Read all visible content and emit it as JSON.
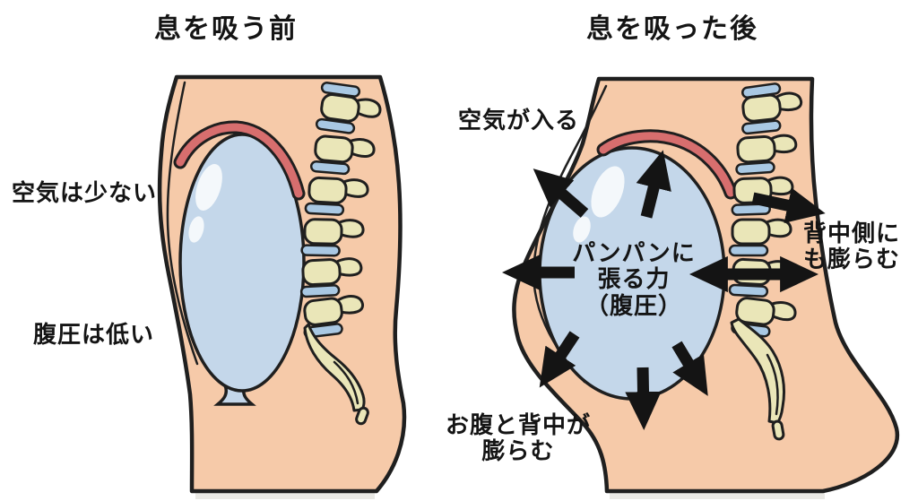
{
  "titles": {
    "before": "息を吸う前",
    "after": "息を吸った後"
  },
  "before_panel": {
    "air_label": "空気は少ない",
    "pressure_label": "腹圧は低い"
  },
  "after_panel": {
    "air_label": "空気が入る",
    "force_label": "パンパンに\n張る力\n（腹圧）",
    "back_label": "背中側に\nも膨らむ",
    "bottom_label": "お腹と背中が\n膨らむ"
  },
  "colors": {
    "bg": "#ffffff",
    "skin": "#f6caa9",
    "outline": "#1f1f1f",
    "balloon": "#c4d7ea",
    "diaphragm": "#d76e6e",
    "bone": "#eae6b8",
    "disc": "#a9c8e3",
    "arrow": "#141414",
    "text": "#141414"
  }
}
